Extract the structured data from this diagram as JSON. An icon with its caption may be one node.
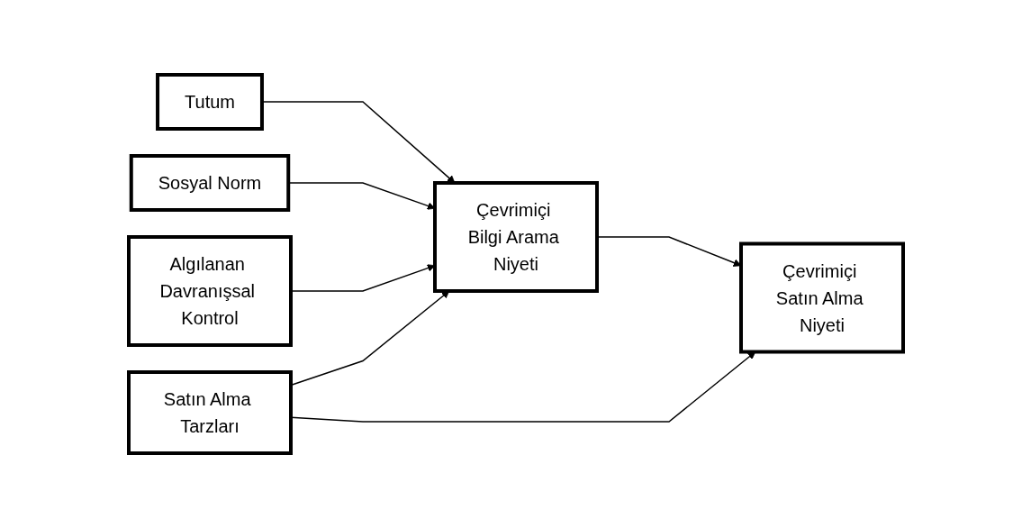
{
  "diagram": {
    "nodes": [
      {
        "text": [
          "Tutum"
        ]
      },
      {
        "text": [
          "Sosyal Norm"
        ]
      },
      {
        "text": [
          "Algılanan Davranışsal Kontrol"
        ]
      },
      {
        "text": [
          "Satın Alma Tarzları"
        ]
      },
      {
        "text": [
          "Çevrimiçi Bilgi Arama Niyeti"
        ]
      },
      {
        "text": [
          "Çevrimiçi Satın Alma Niyeti"
        ]
      }
    ],
    "edges": [
      {
        "from": 0,
        "to": 4,
        "arrow": "to"
      },
      {
        "from": 1,
        "to": 4,
        "arrow": "to"
      },
      {
        "from": 2,
        "to": 4,
        "arrow": "to"
      },
      {
        "from": 3,
        "to": 4,
        "arrow": "to"
      },
      {
        "from": 4,
        "to": 5,
        "arrow": "to"
      },
      {
        "from": 3,
        "to": 5,
        "arrow": "to"
      }
    ]
  }
}
